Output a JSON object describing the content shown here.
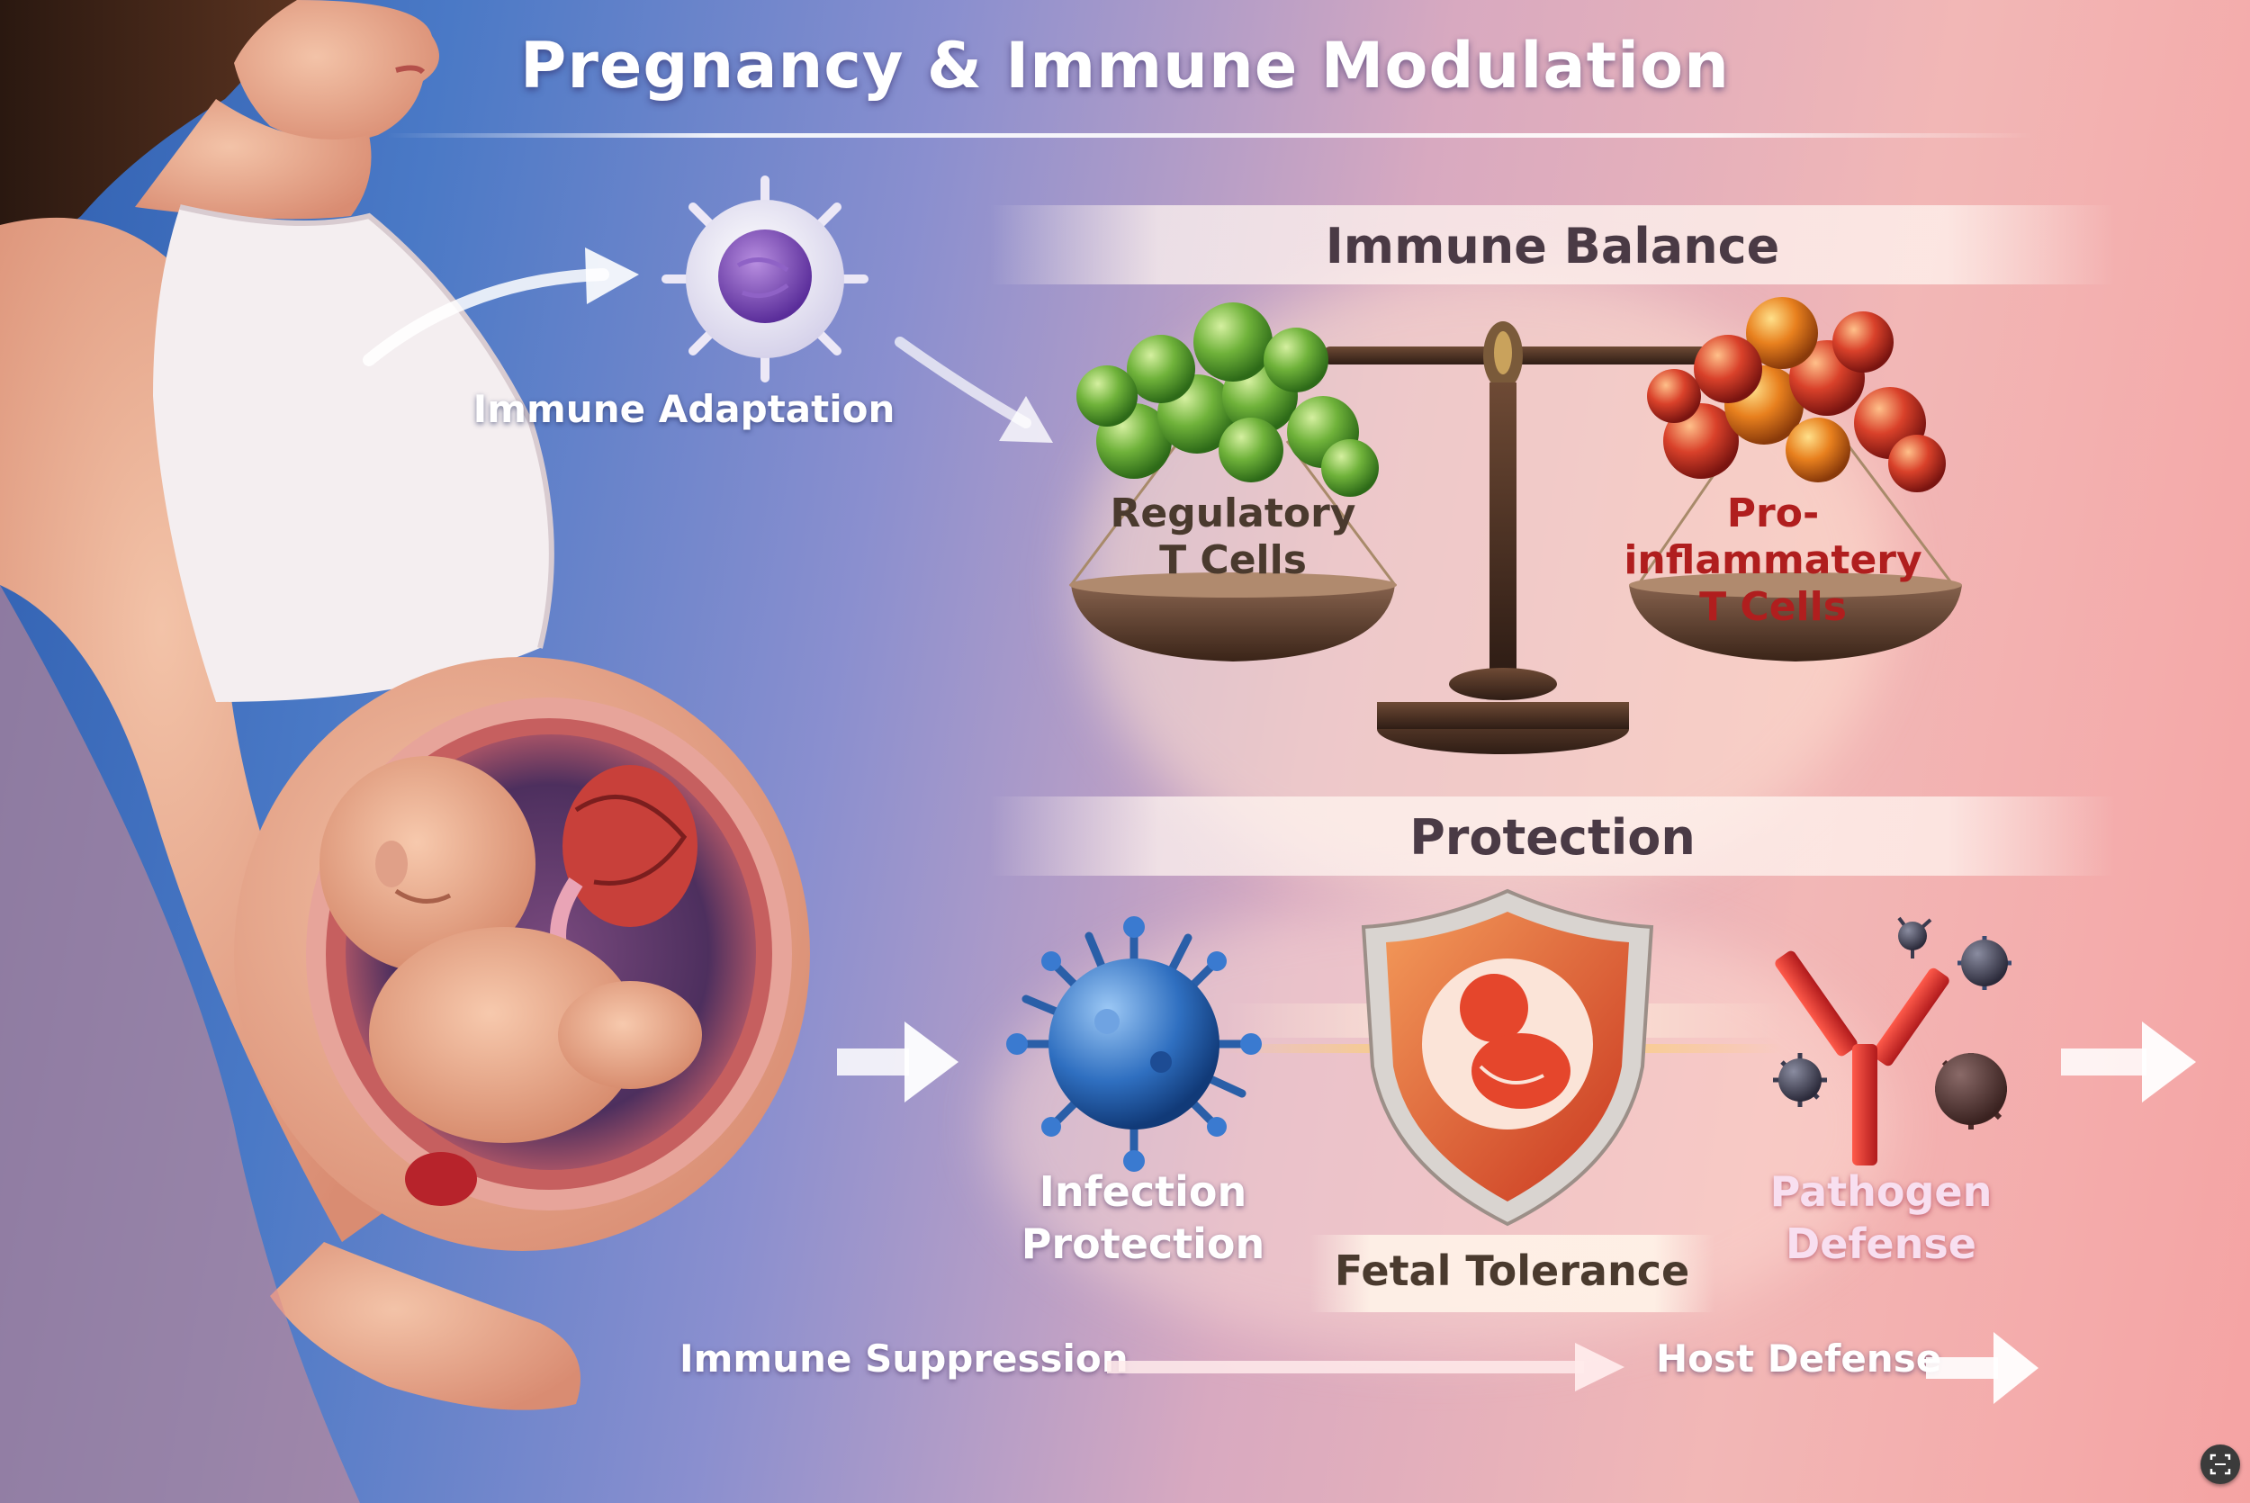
{
  "title": "Pregnancy & Immune Modulation",
  "immune_adaptation": {
    "label": "Immune Adaptation"
  },
  "immune_balance": {
    "heading": "Immune Balance",
    "left_pan_label_line1": "Regulatory",
    "left_pan_label_line2": "T Cells",
    "right_pan_label_line1": "Pro-inflammatery",
    "right_pan_label_line2": "T Cells"
  },
  "protection": {
    "heading": "Protection",
    "infection_line1": "Infection",
    "infection_line2": "Protection",
    "fetal_tolerance": "Fetal Tolerance",
    "pathogen_line1": "Pathogen",
    "pathogen_line2": "Defense"
  },
  "bottom_flow": {
    "left_label": "Immune Suppression",
    "right_label": "Host Defense"
  },
  "colors": {
    "regulatory_cells": "#6fb23a",
    "proinflammatory_cells": "#d9412a",
    "virus_blue": "#2f6fc0",
    "shield_orange": "#e8643a",
    "antibody_red": "#d8262a"
  },
  "icons": [
    "immune-cell-icon",
    "balance-scale-icon",
    "virus-icon",
    "shield-fetus-icon",
    "antibody-icon",
    "pathogen-icon",
    "arrow-icon"
  ]
}
